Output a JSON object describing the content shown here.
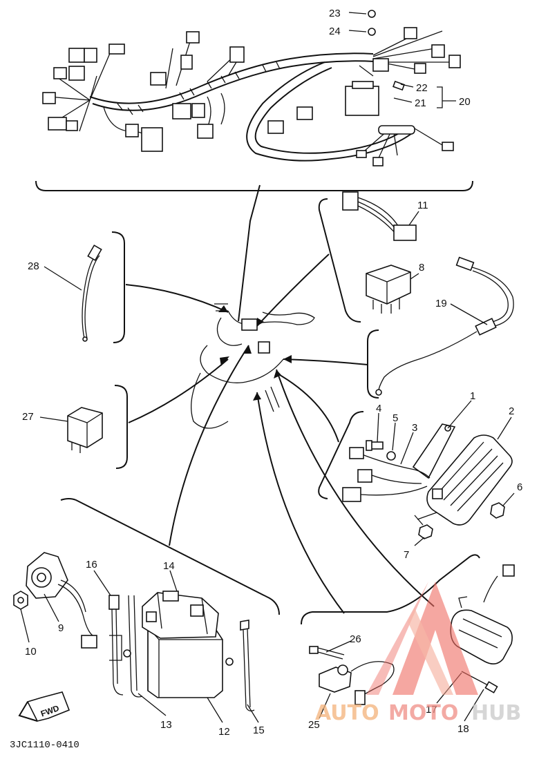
{
  "diagram": {
    "code": "3JC1110-0410",
    "fwd_label": "FWD",
    "watermark": {
      "part1": "AUTO",
      "part2": "MOTO",
      "part3": "HUB"
    },
    "labels": {
      "p1": "1",
      "p2": "2",
      "p3": "3",
      "p4": "4",
      "p5": "5",
      "p6": "6",
      "p7": "7",
      "p8": "8",
      "p9": "9",
      "p10": "10",
      "p11": "11",
      "p12": "12",
      "p13": "13",
      "p14": "14",
      "p15": "15",
      "p16": "16",
      "p17": "17",
      "p18": "18",
      "p19": "19",
      "p20": "20",
      "p21": "21",
      "p22": "22",
      "p23": "23",
      "p24": "24",
      "p25": "25",
      "p26": "26",
      "p27": "27",
      "p28": "28"
    }
  }
}
